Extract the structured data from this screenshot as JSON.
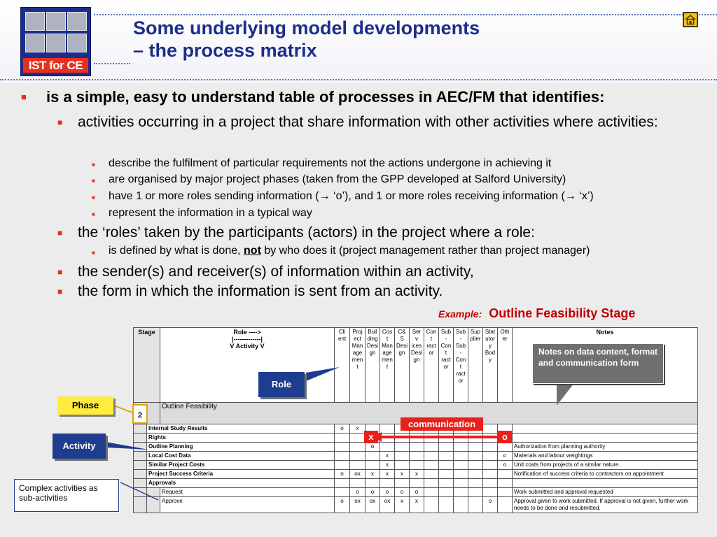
{
  "header": {
    "logo_text": "IST for CE",
    "title_line1": "Some underlying model developments",
    "title_line2": "– the process matrix",
    "home_icon": "home-icon"
  },
  "bullets": {
    "l1": "is a simple, easy to understand table of processes in AEC/FM that identifies:",
    "a": "activities occurring in a project that share information with other activities where activities:",
    "a1": "describe the fulfilment of particular requirements not the actions undergone in achieving it",
    "a2": "are organised by major project phases (taken from the GPP developed at Salford University)",
    "a3_pre": "have 1 or more roles sending information (",
    "a3_mid": " ‘o’), and 1 or more roles receiving information (",
    "a3_post": " ‘x’)",
    "arrow": "→",
    "a4": "represent the information in a typical way",
    "b": "the ‘roles’ taken by the participants (actors) in the project where a role:",
    "b1_pre": "is defined by what is done, ",
    "b1_not": "not",
    "b1_post": " by who does it (project management rather than project manager)",
    "c": "the sender(s) and receiver(s) of information within an activity,",
    "d": "the form in which the information is sent from an activity."
  },
  "example": {
    "prefix": "Example",
    "colon": ":",
    "title": "Outline Feasibility Stage"
  },
  "matrix": {
    "stage_header": "Stage",
    "role_header_1": "Role ---->",
    "role_header_2": "|-------------|",
    "role_header_3": "V Activity V",
    "roles": [
      "Cli ent",
      "Proj ect Man age men t",
      "Buil ding Desi gn",
      "Cost Man age men t",
      "C&S Desi gn",
      "Serv ices Desi gn",
      "Cont ract or",
      "Sub- Cont ract or",
      "Sub- Sub- Cont ract or",
      "Sup plier",
      "Stat utor y Bod y",
      "Oth er"
    ],
    "notes_header": "Notes",
    "phase_label": "Outline Feasibility",
    "phase_number": "2",
    "rows": [
      {
        "activity": "Internal Study Results",
        "cells": [
          "o",
          "x",
          "",
          "",
          "",
          "",
          "",
          "",
          "",
          "",
          "",
          ""
        ],
        "notes": "",
        "sub": false
      },
      {
        "activity": "Rights",
        "cells": [
          "",
          "",
          "",
          "",
          "",
          "",
          "",
          "",
          "",
          "",
          "",
          ""
        ],
        "notes": "",
        "sub": false
      },
      {
        "activity": "Outline Planning",
        "cells": [
          "",
          "",
          "o",
          "",
          "",
          "",
          "",
          "",
          "",
          "",
          "",
          ""
        ],
        "notes": "Authorization from planning authority",
        "sub": false
      },
      {
        "activity": "Local Cost Data",
        "cells": [
          "",
          "",
          "",
          "x",
          "",
          "",
          "",
          "",
          "",
          "",
          "",
          "o"
        ],
        "notes": "Materials and labour weightings",
        "sub": false
      },
      {
        "activity": "Similar Project Costs",
        "cells": [
          "",
          "",
          "",
          "x",
          "",
          "",
          "",
          "",
          "",
          "",
          "",
          "o"
        ],
        "notes": "Unit costs from projects of a similar nature.",
        "sub": false
      },
      {
        "activity": "Project Success Criteria",
        "cells": [
          "o",
          "ox",
          "x",
          "x",
          "x",
          "x",
          "",
          "",
          "",
          "",
          "",
          ""
        ],
        "notes": "Notification of success criteria to contractors on appointment",
        "sub": false
      },
      {
        "activity": "Approvals",
        "cells": [
          "",
          "",
          "",
          "",
          "",
          "",
          "",
          "",
          "",
          "",
          "",
          ""
        ],
        "notes": "",
        "sub": false
      },
      {
        "activity": "Request",
        "cells": [
          "",
          "o",
          "o",
          "o",
          "o",
          "o",
          "",
          "",
          "",
          "",
          "",
          ""
        ],
        "notes": "Work submitted and approval requested",
        "sub": true
      },
      {
        "activity": "Approve",
        "cells": [
          "o",
          "ox",
          "ox",
          "ox",
          "x",
          "x",
          "",
          "",
          "",
          "",
          "o",
          ""
        ],
        "notes": "Approval given to work submitted. If approval is not given, further work needs to be done and resubmitted.",
        "sub": true
      }
    ]
  },
  "callouts": {
    "role": "Role",
    "phase": "Phase",
    "activity": "Activity",
    "communication": "communication",
    "x_label": "x",
    "o_label": "o",
    "complex": "Complex activities as sub-activities",
    "notes": "Notes on data content, format and communication form"
  },
  "colors": {
    "title": "#1c2e8a",
    "bullet": "#e0301e",
    "callout_blue": "#1f3d8f",
    "callout_yellow": "#ffec3d",
    "comm_red": "#e8201c"
  }
}
